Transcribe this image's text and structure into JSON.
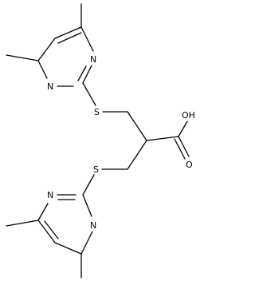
{
  "atoms": {
    "n_top_right": "N",
    "n_top_left": "N",
    "s_top": "S",
    "s_bottom": "S",
    "oh": "OH",
    "o_carbonyl": "O",
    "n_bottom_left": "N",
    "n_bottom_right": "N"
  }
}
